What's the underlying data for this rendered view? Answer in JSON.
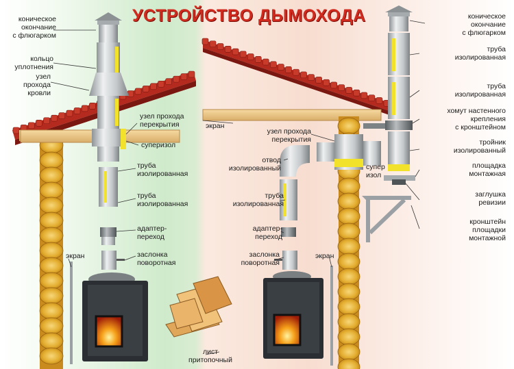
{
  "title": "УСТРОЙСТВО ДЫМОХОДА",
  "left": {
    "cap": [
      "коническое",
      "окончание",
      "с флюгарком"
    ],
    "seal": [
      "кольцо",
      "уплотнения"
    ],
    "roof_pass": [
      "узел",
      "прохода",
      "кровли"
    ],
    "ceiling_pass": [
      "узел прохода",
      "перекрытия"
    ],
    "superizol": "суперизол",
    "pipe_insulated_1": [
      "труба",
      "изолированная"
    ],
    "pipe_insulated_2": [
      "труба",
      "изолированная"
    ],
    "adapter": [
      "адаптер-",
      "переход"
    ],
    "damper": [
      "заслонка",
      "поворотная"
    ],
    "screen": "экран"
  },
  "right": {
    "screen_top": "экран",
    "ceiling_pass": [
      "узел прохода",
      "перекрытия"
    ],
    "elbow": [
      "отвод",
      "изолированный"
    ],
    "pipe_insulated": [
      "труба",
      "изолированная"
    ],
    "adapter": [
      "адаптер-",
      "переход"
    ],
    "damper": [
      "заслонка",
      "поворотная"
    ],
    "screen_bottom": "экран",
    "super_izol": [
      "супер",
      "изол"
    ],
    "cap": [
      "коническое",
      "окончание",
      "с флюгарком"
    ],
    "pipe_insulated_1": [
      "труба",
      "изолированная"
    ],
    "pipe_insulated_2": [
      "труба",
      "изолированная"
    ],
    "clamp": [
      "хомут настенного",
      "крепления",
      "с кронштейном"
    ],
    "tee": [
      "тройник",
      "изолированный"
    ],
    "platform": [
      "площадка",
      "монтажная"
    ],
    "plug": [
      "заглушка",
      "ревизии"
    ],
    "bracket": [
      "кронштейн",
      "площадки",
      "монтажной"
    ]
  },
  "sheet": [
    "лист",
    "притопочный"
  ],
  "colors": {
    "title": "#d12b1f",
    "roof": "#b52a1e",
    "log": "#e3ad2f",
    "steel": "#c9ccce",
    "insulation": "#f3e22c",
    "stove": "#2b2f33",
    "fire": "#f6a019"
  }
}
